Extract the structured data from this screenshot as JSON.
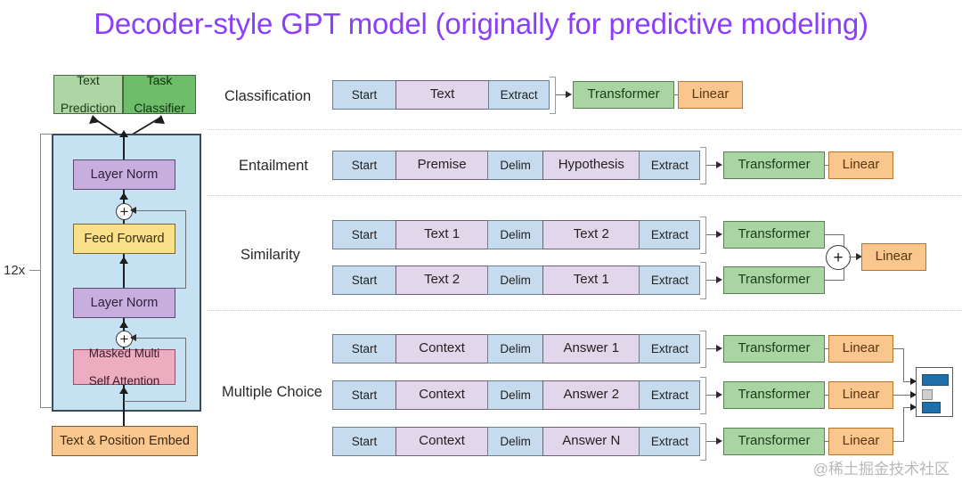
{
  "title": "Decoder-style GPT model (originally for predictive modeling)",
  "watermark": "@稀土掘金技术社区",
  "left_diagram": {
    "repeat_label": "12x",
    "heads": [
      {
        "label": "Text\nPrediction",
        "line1": "Text",
        "line2": "Prediction"
      },
      {
        "label": "Task\nClassifier",
        "line1": "Task",
        "line2": "Classifier"
      }
    ],
    "blocks": [
      {
        "name": "layer-norm-top",
        "label": "Layer Norm"
      },
      {
        "name": "feed-forward",
        "label": "Feed Forward"
      },
      {
        "name": "layer-norm-bottom",
        "label": "Layer Norm"
      },
      {
        "name": "masked-multi-self-attention",
        "line1": "Masked Multi",
        "line2": "Self Attention"
      },
      {
        "name": "text-position-embed",
        "label": "Text & Position Embed"
      }
    ],
    "residual_symbol": "+"
  },
  "tasks": [
    {
      "name": "classification",
      "label": "Classification",
      "sequences": [
        {
          "tokens": [
            {
              "text": "Start",
              "type": "blue",
              "w": 72
            },
            {
              "text": "Text",
              "type": "purple",
              "w": 106
            },
            {
              "text": "Extract",
              "type": "blue",
              "w": 69
            }
          ]
        }
      ],
      "transformers": [
        "Transformer"
      ],
      "linear": "Linear",
      "combine": null
    },
    {
      "name": "entailment",
      "label": "Entailment",
      "sequences": [
        {
          "tokens": [
            {
              "text": "Start",
              "type": "blue",
              "w": 72
            },
            {
              "text": "Premise",
              "type": "purple",
              "w": 105
            },
            {
              "text": "Delim",
              "type": "blue",
              "w": 63
            },
            {
              "text": "Hypothesis",
              "type": "purple",
              "w": 110
            },
            {
              "text": "Extract",
              "type": "blue",
              "w": 69
            }
          ]
        }
      ],
      "transformers": [
        "Transformer"
      ],
      "linear": "Linear",
      "combine": null
    },
    {
      "name": "similarity",
      "label": "Similarity",
      "sequences": [
        {
          "tokens": [
            {
              "text": "Start",
              "type": "blue",
              "w": 72
            },
            {
              "text": "Text 1",
              "type": "purple",
              "w": 105
            },
            {
              "text": "Delim",
              "type": "blue",
              "w": 63
            },
            {
              "text": "Text 2",
              "type": "purple",
              "w": 110
            },
            {
              "text": "Extract",
              "type": "blue",
              "w": 69
            }
          ]
        },
        {
          "tokens": [
            {
              "text": "Start",
              "type": "blue",
              "w": 72
            },
            {
              "text": "Text 2",
              "type": "purple",
              "w": 105
            },
            {
              "text": "Delim",
              "type": "blue",
              "w": 63
            },
            {
              "text": "Text 1",
              "type": "purple",
              "w": 110
            },
            {
              "text": "Extract",
              "type": "blue",
              "w": 69
            }
          ]
        }
      ],
      "transformers": [
        "Transformer",
        "Transformer"
      ],
      "linear": "Linear",
      "combine": "+"
    },
    {
      "name": "multiple-choice",
      "label": "Multiple Choice",
      "sequences": [
        {
          "tokens": [
            {
              "text": "Start",
              "type": "blue",
              "w": 72
            },
            {
              "text": "Context",
              "type": "purple",
              "w": 105
            },
            {
              "text": "Delim",
              "type": "blue",
              "w": 63
            },
            {
              "text": "Answer 1",
              "type": "purple",
              "w": 110
            },
            {
              "text": "Extract",
              "type": "blue",
              "w": 69
            }
          ]
        },
        {
          "tokens": [
            {
              "text": "Start",
              "type": "blue",
              "w": 72
            },
            {
              "text": "Context",
              "type": "purple",
              "w": 105
            },
            {
              "text": "Delim",
              "type": "blue",
              "w": 63
            },
            {
              "text": "Answer 2",
              "type": "purple",
              "w": 110
            },
            {
              "text": "Extract",
              "type": "blue",
              "w": 69
            }
          ]
        },
        {
          "tokens": [
            {
              "text": "Start",
              "type": "blue",
              "w": 72
            },
            {
              "text": "Context",
              "type": "purple",
              "w": 105
            },
            {
              "text": "Delim",
              "type": "blue",
              "w": 63
            },
            {
              "text": "Answer N",
              "type": "purple",
              "w": 110
            },
            {
              "text": "Extract",
              "type": "blue",
              "w": 69
            }
          ]
        }
      ],
      "transformers": [
        "Transformer",
        "Transformer",
        "Transformer"
      ],
      "linears": [
        "Linear",
        "Linear",
        "Linear"
      ],
      "combine": "softmax-bars"
    }
  ],
  "colors": {
    "title": "#8a3ffb",
    "token_blue": "#c6dcee",
    "token_purple": "#e2d6ea",
    "transformer_green": "#a8d5a2",
    "linear_orange": "#f9c68e",
    "stack_background": "#c6e2f2",
    "layer_norm_violet": "#c8aede",
    "feed_forward_yellow": "#fbe08a",
    "attention_pink": "#edadc0",
    "embed_orange": "#f9c68e",
    "head_light_green": "#aed5a4",
    "head_dark_green": "#6dbd6b",
    "softmax_bar_blue": "#1f6fa8",
    "separator": "#c9c9c9"
  }
}
